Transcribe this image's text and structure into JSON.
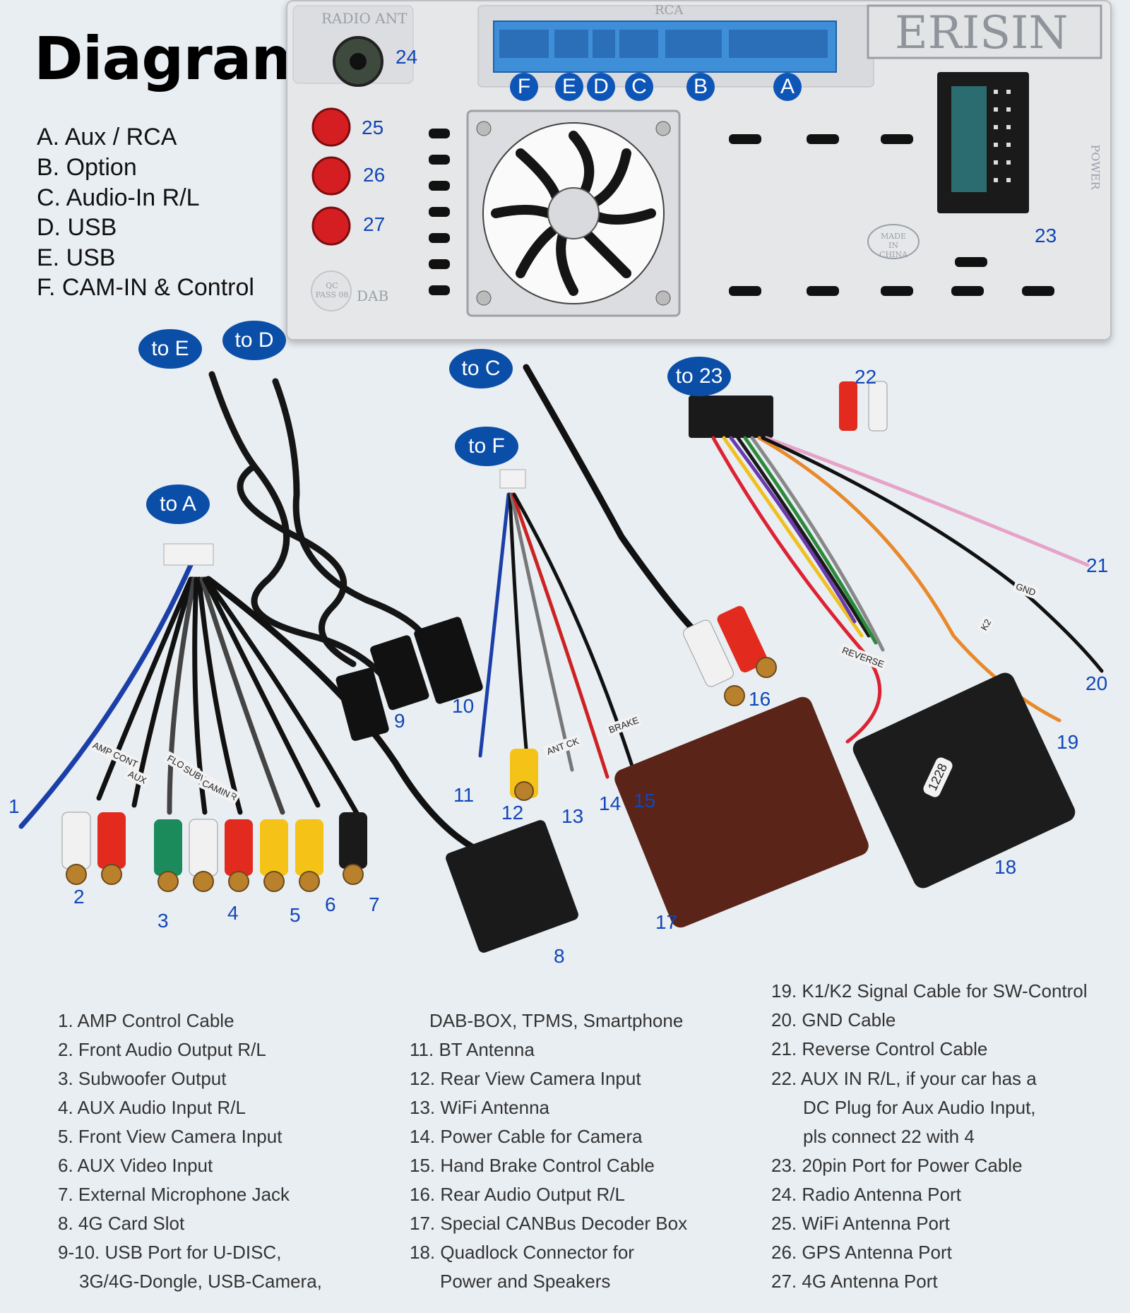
{
  "title": "Diagram",
  "port_legend": [
    "A. Aux / RCA",
    "B. Option",
    "C. Audio-In R/L",
    "D. USB",
    "E. USB",
    "F. CAM-IN & Control"
  ],
  "panel": {
    "radio_ant": "RADIO ANT",
    "rca": "RCA",
    "brand": "ERISIN",
    "power": "POWER",
    "made_in": "MADE IN CHINA",
    "qc": "QC PASS 08",
    "dab": "DAB",
    "port_letters": [
      "F",
      "E",
      "D",
      "C",
      "B",
      "A"
    ],
    "port_numbers": [
      "24",
      "25",
      "26",
      "27",
      "23"
    ]
  },
  "connector_badges": [
    "to E",
    "to D",
    "to C",
    "to 23",
    "to F",
    "to A"
  ],
  "part_numbers": [
    "1",
    "2",
    "3",
    "4",
    "5",
    "6",
    "7",
    "8",
    "9",
    "10",
    "11",
    "12",
    "13",
    "14",
    "15",
    "16",
    "17",
    "18",
    "19",
    "20",
    "21",
    "22"
  ],
  "cable_labels": [
    "AMP CONT",
    "AUX",
    "FLOOD",
    "SUBWOOFER",
    "CAMIN",
    "REVERSE",
    "K2",
    "GND",
    "ANT CK",
    "BRAKE",
    "1228"
  ],
  "legend_col1": [
    "1. AMP Control Cable",
    "2. Front Audio Output R/L",
    "3. Subwoofer Output",
    "4. AUX Audio Input R/L",
    "5. Front View Camera Input",
    "6. AUX Video Input",
    "7. External Microphone Jack",
    "8. 4G Card Slot",
    "9-10. USB Port for U-DISC,",
    "3G/4G-Dongle, USB-Camera,"
  ],
  "legend_col2": [
    "DAB-BOX, TPMS, Smartphone",
    "11. BT Antenna",
    "12. Rear View Camera Input",
    "13. WiFi Antenna",
    "14. Power Cable for Camera",
    "15. Hand Brake Control Cable",
    "16. Rear Audio Output R/L",
    "17. Special CANBus Decoder Box",
    "18. Quadlock Connector for",
    "Power and Speakers"
  ],
  "legend_col3": [
    "19. K1/K2 Signal Cable for SW-Control",
    "20. GND Cable",
    "21. Reverse Control Cable",
    "22. AUX IN R/L, if your car has a",
    "DC Plug for Aux Audio Input,",
    "pls connect 22 with 4",
    "23. 20pin Port for Power Cable",
    "24. Radio Antenna Port",
    "25. WiFi Antenna Port",
    "26. GPS Antenna Port",
    "27. 4G Antenna Port"
  ]
}
